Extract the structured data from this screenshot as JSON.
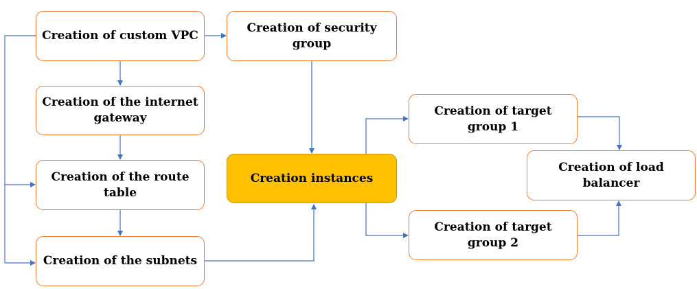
{
  "colors": {
    "node_border": "#ED7D31",
    "highlight_fill": "#FFC000",
    "edge": "#4472C4"
  },
  "nodes": {
    "vpc": "Creation of custom VPC",
    "security_group": "Creation of security group",
    "internet_gateway": "Creation of the internet gateway",
    "route_table": "Creation of the route table",
    "subnets": "Creation of the subnets",
    "instances": "Creation instances",
    "target_group_1": "Creation of target group 1",
    "target_group_2": "Creation of target group 2",
    "load_balancer": "Creation of load balancer"
  },
  "edges": [
    {
      "from": "vpc",
      "to": "security_group"
    },
    {
      "from": "vpc",
      "to": "internet_gateway"
    },
    {
      "from": "internet_gateway",
      "to": "route_table"
    },
    {
      "from": "route_table",
      "to": "subnets"
    },
    {
      "from": "vpc",
      "to": "route_table"
    },
    {
      "from": "vpc",
      "to": "subnets"
    },
    {
      "from": "security_group",
      "to": "instances"
    },
    {
      "from": "subnets",
      "to": "instances"
    },
    {
      "from": "instances",
      "to": "target_group_1"
    },
    {
      "from": "instances",
      "to": "target_group_2"
    },
    {
      "from": "target_group_1",
      "to": "load_balancer"
    },
    {
      "from": "target_group_2",
      "to": "load_balancer"
    }
  ]
}
